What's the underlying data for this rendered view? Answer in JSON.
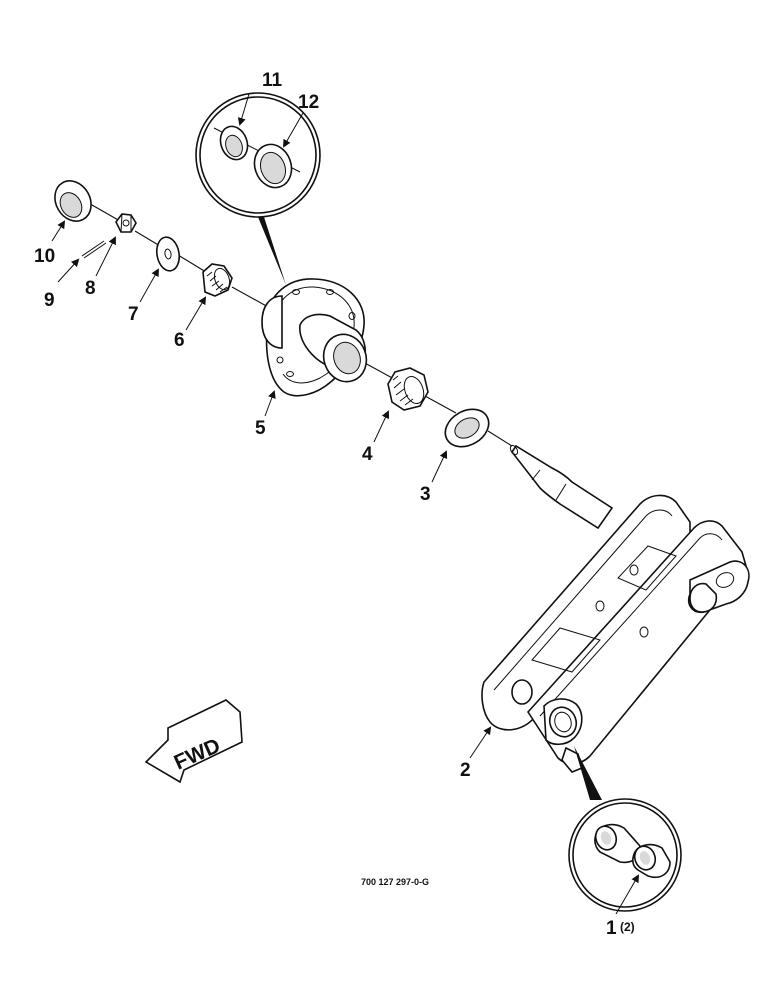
{
  "callouts": {
    "c1": "1",
    "c1_qty": "(2)",
    "c2": "2",
    "c3": "3",
    "c4": "4",
    "c5": "5",
    "c6": "6",
    "c7": "7",
    "c8": "8",
    "c9": "9",
    "c10": "10",
    "c11": "11",
    "c12": "12"
  },
  "direction_label": "FWD",
  "figure_number": "700 127 297-0-G"
}
